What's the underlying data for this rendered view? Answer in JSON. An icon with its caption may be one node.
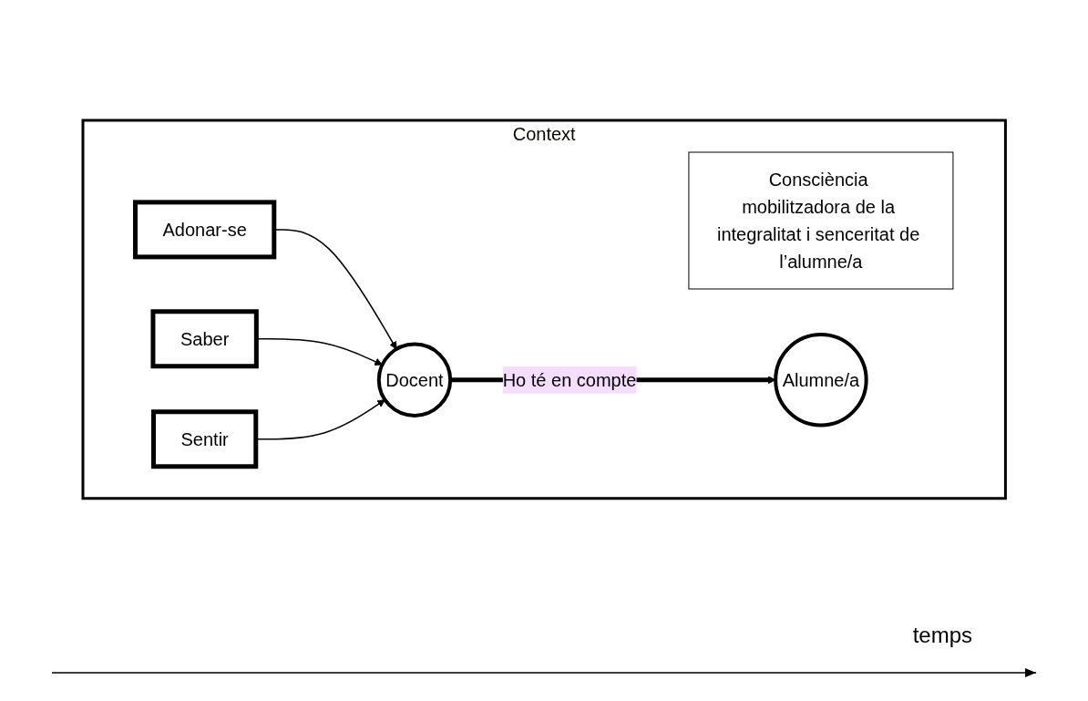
{
  "diagram": {
    "nodes": [
      {
        "text": [
          "Context"
        ]
      },
      {
        "text": [
          "Consciència mobilitzadora de la integralitat i senceritat de l’alumne/a"
        ],
        "in": 0
      },
      {
        "text": [
          "Adonar-se"
        ],
        "in": 0
      },
      {
        "text": [
          "Saber"
        ],
        "in": 0
      },
      {
        "text": [
          "Docent"
        ],
        "in": 0
      },
      {
        "text": [
          "Alumne/a"
        ],
        "in": 0
      },
      {
        "text": [
          "Sentir"
        ],
        "in": 0
      }
    ],
    "edges": [
      {
        "from": 2,
        "to": 4,
        "arrow": "to"
      },
      {
        "from": 3,
        "to": 4,
        "arrow": "to"
      },
      {
        "from": 6,
        "to": 4,
        "arrow": "to"
      },
      {
        "from": 4,
        "to": 5,
        "arrow": "to",
        "label": "Ho té en compte",
        "style": "thick"
      }
    ],
    "labels": [
      "temps"
    ]
  }
}
